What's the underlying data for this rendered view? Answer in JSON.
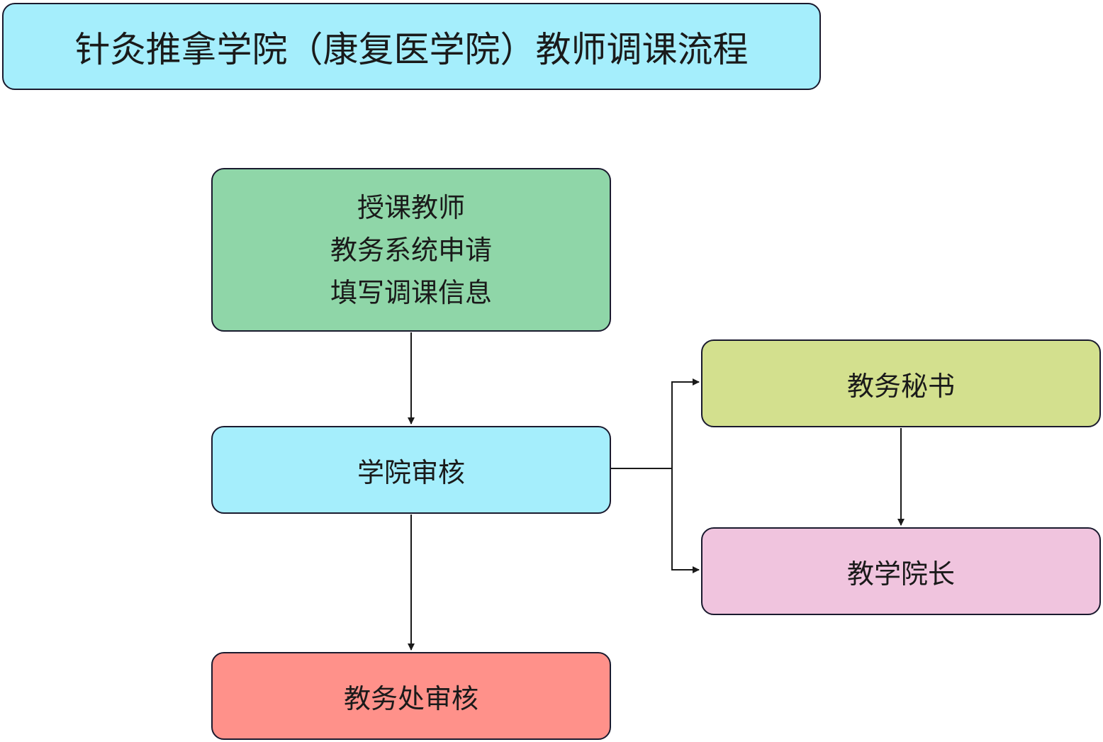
{
  "title": "针灸推拿学院（康复医学院）教师调课流程",
  "nodes": {
    "teacher": {
      "lines": [
        "授课教师",
        "教务系统申请",
        "填写调课信息"
      ]
    },
    "college_review": {
      "label": "学院审核"
    },
    "secretary": {
      "label": "教务秘书"
    },
    "dean": {
      "label": "教学院长"
    },
    "office_review": {
      "label": "教务处审核"
    }
  },
  "colors": {
    "title_bg": "#a5eefc",
    "teacher_bg": "#8fd6a8",
    "college_bg": "#a5eefc",
    "secretary_bg": "#d3e08e",
    "dean_bg": "#f0c4de",
    "office_bg": "#ff918a",
    "border": "#1a1a2e",
    "connector": "#1a1a1a"
  }
}
